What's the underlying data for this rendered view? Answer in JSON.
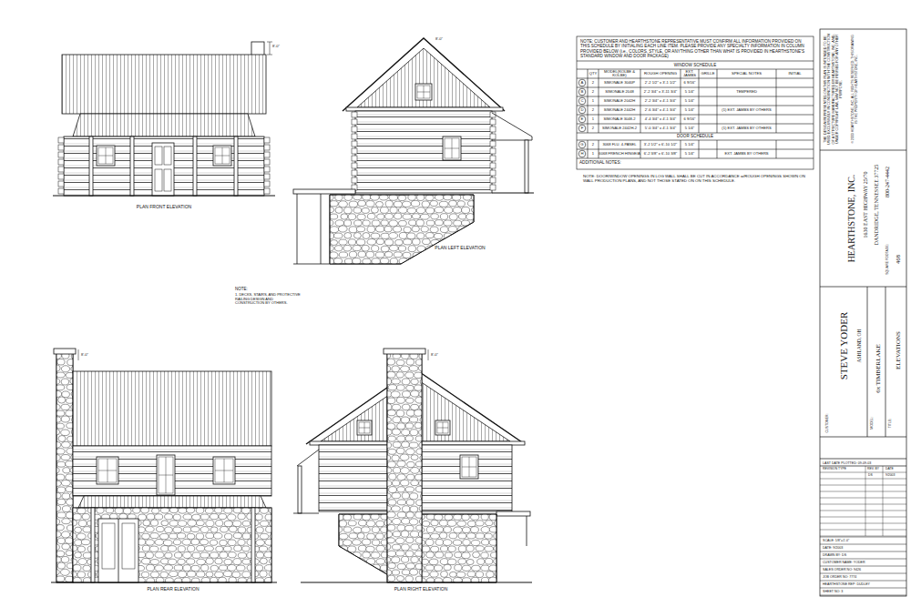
{
  "diagram": {
    "labels": [
      "PLAN FRONT ELEVATION",
      "PLAN LEFT ELEVATION",
      "PLAN REAR ELEVATION",
      "PLAN RIGHT ELEVATION",
      "8'-0\"",
      "8'-0\"",
      "8'-0\"",
      "8'-0\"",
      "NOTE:",
      "1. DECKS, STAIRS, AND PROTECTIVE RAILING DESIGN AND CONSTRUCTION BY OTHERS.",
      "NOTE: CUSTOMER AND HEARTHSTONE REPRESENTATIVE MUST CONFIRM ALL INFORMATION PROVIDED ON THIS SCHEDULE BY INITIALING EACH LINE ITEM. PLEASE PROVIDE ANY SPECIALTY INFORMATION IN COLUMN PROVIDED BELOW (i.e., COLORS, STYLE, OR ANYTHING OTHER THAN WHAT IS PROVIDED IN HEARTHSTONE'S STANDARD WINDOW AND DOOR PACKAGE)",
      "WINDOW SCHEDULE",
      "QTY",
      "MODEL(KOLBE & KOLBE)",
      "ROUGH OPENING",
      "EXT. JAMBS",
      "GRILLE",
      "SPECIAL NOTES",
      "INITIAL",
      "A",
      "2",
      "SIMONALE 3040P",
      "2'-2 1/2\" x 3'-1 1/2\"",
      "6 9/16\"",
      "B",
      "2",
      "SIMONALE 2048",
      "2'-2 3/4\" x 3'-11 3/4\"",
      "5 1/4\"",
      "TEMPERED",
      "C",
      "1",
      "SIMONALE 2042H",
      "2'-2 3/4\" x 4'-1 3/4\"",
      "5 1/4\"",
      "D",
      "2",
      "SIMONALE 2442H",
      "2'-6 3/4\" x 4'-1 3/4\"",
      "5 1/4\"",
      "(1) EXT. JAMBS BY OTHERS",
      "E",
      "1",
      "SIMONALE 3048-2",
      "4'-4 3/4\" x 4'-1 3/4\"",
      "6 9/16\"",
      "F",
      "2",
      "SIMONALE 2442H-2",
      "5'-0 3/4\" x 4'-1 3/4\"",
      "5 1/4\"",
      "(1) EXT. JAMBS BY OTHERS",
      "DOOR SCHEDULE",
      "G",
      "2",
      "3068 FLU. 4-PANEL",
      "3'-2 1/2\" x 6'-10 1/2\"",
      "5 1/4\"",
      "H",
      "1",
      "6068 FRENCH HINGE/A",
      "6'-2 3/8\" x 6'-10 3/8\"",
      "5 1/4\"",
      "EXT. JAMBS BY OTHERS",
      "ADDITIONAL NOTES:",
      "NOTE: DOOR/WINDOW OPENINGS IN LOG WALL SHALL BE CUT IN ACCORDANCE w/ROUGH OPENINGS SHOWN ON WALL PRODUCTION PLANS, AND NOT THOSE STATED ON ON THIS SCHEDULE.",
      "THE DESIGN REPRESENTED ON THIS PLAN IS INTENDED TO BE USED EXCLUSIVELY IN CONJUNCTION WITH THE CONSTRUCTION OF A STRUCTURE MANUFACTURED BY HEARTHSTONE, INC. AND, UNDER COPYRIGHT LAW, MAY NOT BE REUSED FOR ANY OTHER PURPOSE.",
      "© 2003 HEARTHSTONE, INC. ALL RIGHTS RESERVED. THIS DRAWING IS THE PROPERTY OF HEARTHSTONE, INC.",
      "HEARTHSTONE, INC.",
      "1630 EAST HIGHWAY 25/70",
      "DANDRIDGE, TENNESSEE 37725",
      "800-247-4442",
      "SQUARE FOOTAGE:",
      "468",
      "CUSTOMER:",
      "STEVE YODER",
      "ASHLAND, OH",
      "MODEL:",
      "6x TIMBERLAKE",
      "TITLE:",
      "ELEVATIONS",
      "LAST DATE PLOTTED: 09-09-03",
      "REVISION TYPE",
      "REV. BY",
      "DATE",
      "DS",
      "9/2003",
      "SCALE: 1/8\"=1'-0\"",
      "DATE: 9/2003",
      "DRAWN BY: DS",
      "CUSTOMER NAME: YODER",
      "SALES ORDER NO: 9426",
      "JOB ORDER NO: 7774",
      "HEARTHSTONE REP: DUDLEY",
      "SHEET NO: 3"
    ]
  }
}
